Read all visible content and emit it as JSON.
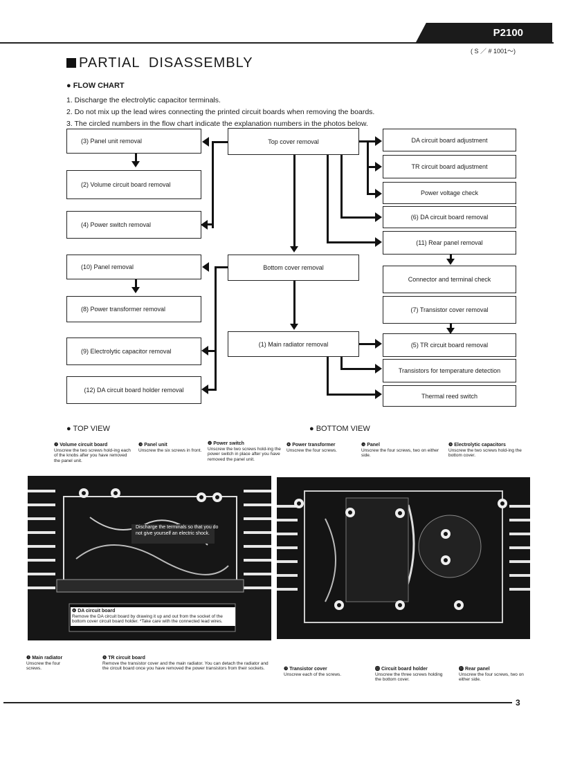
{
  "header": {
    "model": "P2100",
    "serial": "( S ／ # 1001～)"
  },
  "title": "PARTIAL  DISASSEMBLY",
  "flow": {
    "heading": "●  FLOW CHART",
    "steps": [
      "1.  Discharge the electrolytic capacitor terminals.",
      "2.  Do not mix up the lead wires connecting the printed circuit boards when removing the boards.",
      "3.  The circled numbers in the flow chart indicate the explanation numbers in the photos below."
    ],
    "boxes": {
      "top_cover": "Top cover removal",
      "bottom_cover": "Bottom cover removal",
      "main_radiator": "(1) Main radiator removal",
      "panel_unit": "(3) Panel unit removal",
      "volume_board": "(2) Volume circuit board removal",
      "power_switch": "(4) Power switch removal",
      "panel": "(10) Panel removal",
      "power_transformer": "(8) Power transformer removal",
      "electrolytic": "(9) Electrolytic capacitor removal",
      "da_holder": "(12) DA circuit board holder removal",
      "da_adjust": "DA circuit board adjustment",
      "tr_adjust": "TR circuit board adjustment",
      "power_voltage": "Power voltage check",
      "da_removal": "(6) DA circuit board removal",
      "rear_panel": "(11) Rear panel removal",
      "connector": "Connector and terminal check",
      "transistor_cover": "(7) Transistor cover removal",
      "tr_removal": "(5) TR circuit board removal",
      "temp_transistors": "Transistors for temperature detection",
      "thermal": "Thermal reed switch"
    }
  },
  "top_view": {
    "heading": "●  TOP VIEW",
    "captions": {
      "volume": {
        "title": "❷ Volume circuit board",
        "text": "Unscrew the two screws hold-ing each of the knobs after you have removed the panel unit."
      },
      "panel_unit": {
        "title": "❸ Panel unit",
        "text": "Unscrew the six screws in front."
      },
      "power_switch": {
        "title": "❹ Power switch",
        "text": "Unscrew the two screws hold-ing the power switch in place after you have removed the panel unit."
      },
      "da_board": {
        "title": "❻ DA circuit board",
        "text": "Remove the DA circuit board by drawing it up and out from the socket of the bottom cover circuit board holder. *Take care with the connected lead wires."
      },
      "main_radiator": {
        "title": "❶ Main radiator",
        "text": "Unscrew the four screws."
      },
      "tr_board": {
        "title": "❺ TR circuit board",
        "text": "Remove the transistor cover and the main radiator. You can detach the radiator and the circuit board once you have removed the power transistors from their sockets."
      },
      "warning": "Discharge the terminals so that you do not give yourself an electric shock."
    }
  },
  "bottom_view": {
    "heading": "●  BOTTOM VIEW",
    "captions": {
      "transformer": {
        "title": "❽ Power transformer",
        "text": "Unscrew the four screws."
      },
      "panel": {
        "title": "❿ Panel",
        "text": "Unscrew the four screws, two on either side."
      },
      "electrolytic": {
        "title": "❾ Electrolytic capacitors",
        "text": "Unscrew the two screws hold-ing the bottom cover."
      },
      "transistor_cover": {
        "title": "❼ Transistor cover",
        "text": "Unscrew each of the screws."
      },
      "holder": {
        "title": "⓬ Circuit board holder",
        "text": "Unscrew the three screws holding the bottom cover."
      },
      "rear_panel": {
        "title": "⓫ Rear panel",
        "text": "Unscrew the four screws, two on either side."
      }
    }
  },
  "page_number": "3"
}
